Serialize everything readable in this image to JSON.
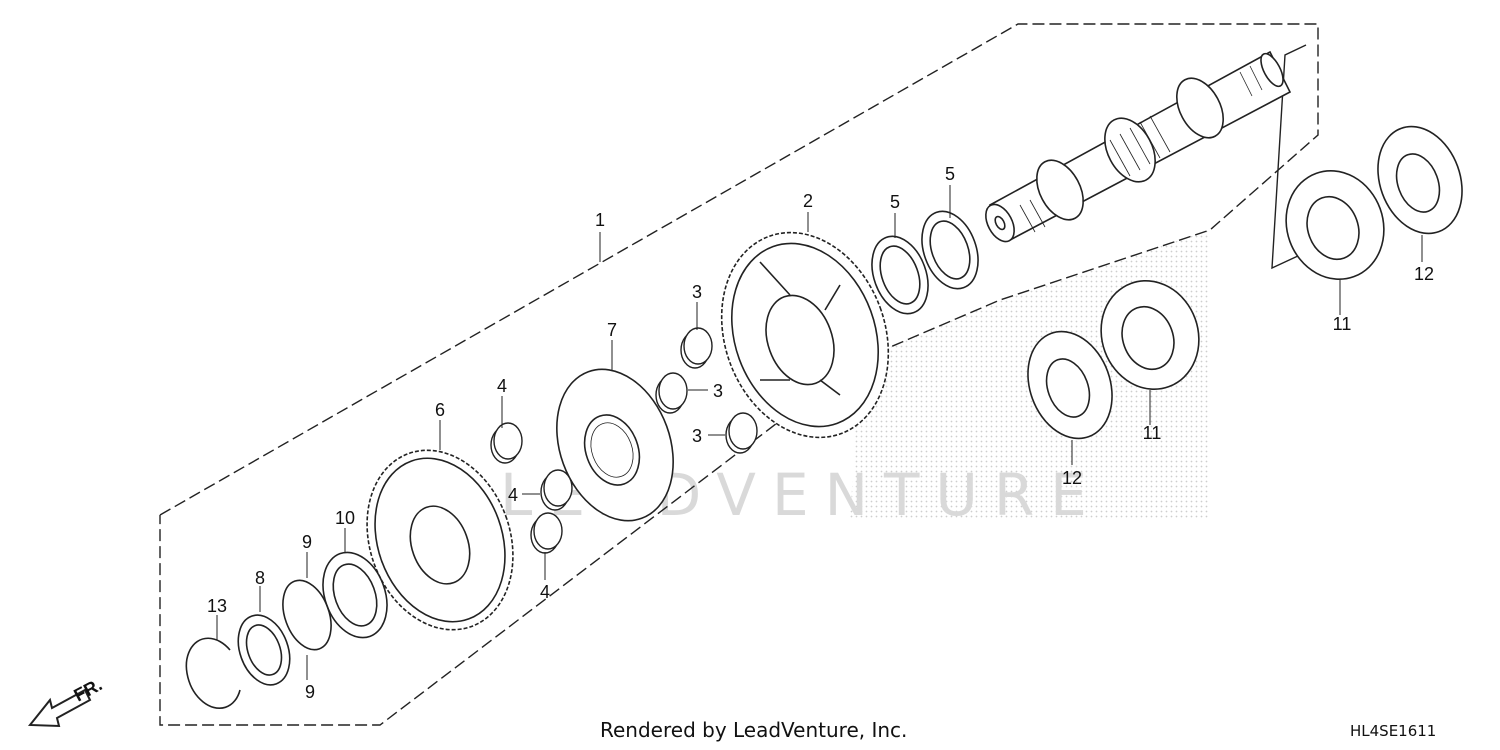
{
  "callouts": [
    {
      "id": "c1",
      "label": "1"
    },
    {
      "id": "c2",
      "label": "2"
    },
    {
      "id": "c3a",
      "label": "3"
    },
    {
      "id": "c3b",
      "label": "3"
    },
    {
      "id": "c3c",
      "label": "3"
    },
    {
      "id": "c4a",
      "label": "4"
    },
    {
      "id": "c4b",
      "label": "4"
    },
    {
      "id": "c4c",
      "label": "4"
    },
    {
      "id": "c5a",
      "label": "5"
    },
    {
      "id": "c5b",
      "label": "5"
    },
    {
      "id": "c6",
      "label": "6"
    },
    {
      "id": "c7",
      "label": "7"
    },
    {
      "id": "c8",
      "label": "8"
    },
    {
      "id": "c9a",
      "label": "9"
    },
    {
      "id": "c9b",
      "label": "9"
    },
    {
      "id": "c10",
      "label": "10"
    },
    {
      "id": "c11a",
      "label": "11"
    },
    {
      "id": "c11b",
      "label": "11"
    },
    {
      "id": "c12a",
      "label": "12"
    },
    {
      "id": "c12b",
      "label": "12"
    },
    {
      "id": "c13",
      "label": "13"
    }
  ],
  "direction_label": "FR.",
  "watermark": "LEADVENTURE",
  "footer": {
    "credit": "Rendered by LeadVenture, Inc.",
    "diagram_code": "HL4SE1611"
  }
}
